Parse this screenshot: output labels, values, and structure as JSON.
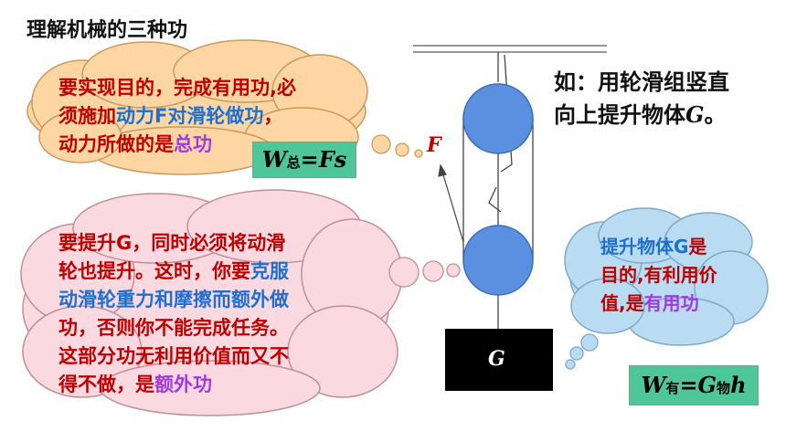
{
  "title": "理解机械的三种功",
  "note": {
    "line1": "如：用轮滑组竖直",
    "line2_a": "向上提升物体",
    "line2_b": "G",
    "line2_c": "。"
  },
  "labels": {
    "force": "F",
    "weight": "G"
  },
  "bubble_total": {
    "l1": "要实现目的，完成有用功,必",
    "l2_a": "须施加",
    "l2_b": "动力F对滑轮做功",
    "l2_c": "，",
    "l3_a": "动力所做的是",
    "l3_b": "总功"
  },
  "bubble_extra": {
    "l1": "要提升G，同时必须将动滑",
    "l2_a": "轮也提升。这时，你要",
    "l2_b": "克服",
    "l3": "动滑轮重力和摩擦而额外做",
    "l4": "功，否则你不能完成任务。",
    "l5": "这部分功无利用价值而又不",
    "l6_a": "得不做，是",
    "l6_b": "额外功"
  },
  "bubble_useful": {
    "l1_a": "提升物体G",
    "l1_b": "是",
    "l2": "目的,有利用价",
    "l3_a": "值,是",
    "l3_b": "有用功"
  },
  "formula_total": {
    "w": "W",
    "sub": "总",
    "rest": "=Fs"
  },
  "formula_useful": {
    "w": "W",
    "sub": "有",
    "mid": "=G",
    "sub2": "物",
    "h": "h"
  },
  "colors": {
    "cloud_orange": "#fdd6a3",
    "cloud_pink": "#fbd9e0",
    "cloud_blue": "#b9dcf3",
    "pulley": "#5b8fe0",
    "formula_bg": "#4fc59a",
    "accent_red": "#c00000",
    "accent_blue": "#1f6fd1",
    "accent_purple": "#a03ae0"
  }
}
